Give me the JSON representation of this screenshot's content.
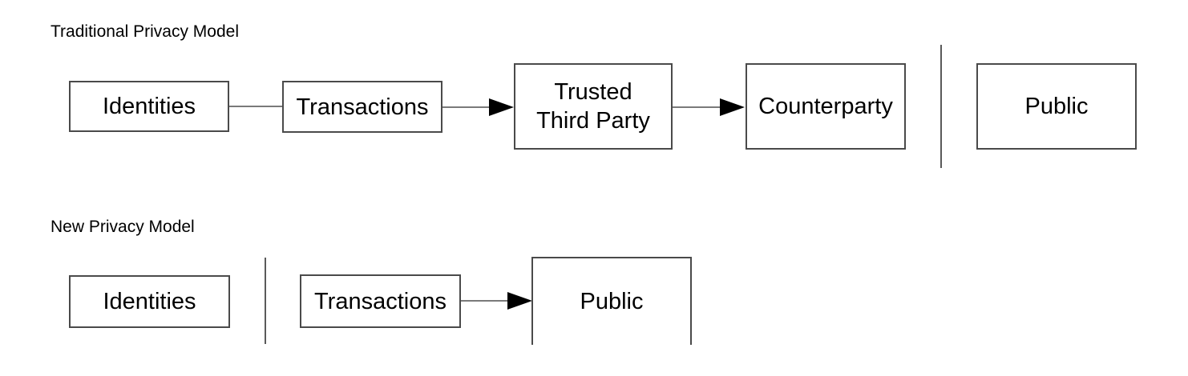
{
  "traditional": {
    "title": "Traditional Privacy Model",
    "boxes": {
      "identities": "Identities",
      "transactions": "Transactions",
      "trusted_third_party_line1": "Trusted",
      "trusted_third_party_line2": "Third Party",
      "counterparty": "Counterparty",
      "public": "Public"
    }
  },
  "new_model": {
    "title": "New Privacy Model",
    "boxes": {
      "identities": "Identities",
      "transactions": "Transactions",
      "public": "Public"
    }
  },
  "colors": {
    "box_border": "#4a4a4a",
    "connector_line": "#7a7a7a",
    "arrowhead": "#000000",
    "divider": "#5a5a5a",
    "text": "#000000",
    "background": "#ffffff"
  }
}
